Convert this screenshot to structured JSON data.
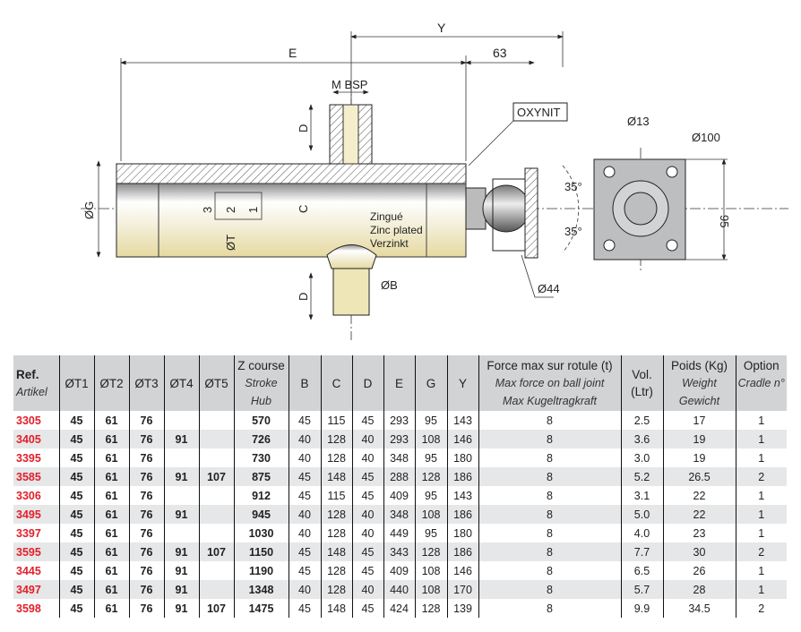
{
  "drawing": {
    "dim_Y": "Y",
    "dim_E": "E",
    "dim_63": "63",
    "m_bsp": "M BSP",
    "dim_D_top": "D",
    "dim_D_bottom": "D",
    "oxynit": "OXYNIT",
    "d13": "Ø13",
    "d100": "Ø100",
    "angle_top": "35°",
    "angle_bottom": "35°",
    "dim_95": "95",
    "dG": "ØG",
    "stage3": "3",
    "stage2": "2",
    "stage1": "1",
    "dim_C": "C",
    "dT": "ØT",
    "finish_fr": "Zingué",
    "finish_en": "Zinc plated",
    "finish_de": "Verzinkt",
    "dB": "ØB",
    "d44": "Ø44"
  },
  "table": {
    "headers": {
      "ref": "Ref.",
      "ref_sub": "Artikel",
      "t1": "ØT1",
      "t2": "ØT2",
      "t3": "ØT3",
      "t4": "ØT4",
      "t5": "ØT5",
      "z": "Z course",
      "z_sub1": "Stroke",
      "z_sub2": "Hub",
      "b": "B",
      "c": "C",
      "d": "D",
      "e": "E",
      "g": "G",
      "y": "Y",
      "force": "Force max sur rotule (t)",
      "force_sub1": "Max force on ball joint",
      "force_sub2": "Max Kugeltragkraft",
      "vol": "Vol.",
      "vol_sub": "(Ltr)",
      "weight": "Poids (Kg)",
      "weight_sub1": "Weight",
      "weight_sub2": "Gewicht",
      "option": "Option",
      "option_sub": "Cradle n°"
    },
    "rows": [
      [
        "3305",
        "45",
        "61",
        "76",
        "",
        "",
        "570",
        "45",
        "115",
        "45",
        "293",
        "95",
        "143",
        "8",
        "2.5",
        "17",
        "1"
      ],
      [
        "3405",
        "45",
        "61",
        "76",
        "91",
        "",
        "726",
        "40",
        "128",
        "40",
        "293",
        "108",
        "146",
        "8",
        "3.6",
        "19",
        "1"
      ],
      [
        "3395",
        "45",
        "61",
        "76",
        "",
        "",
        "730",
        "40",
        "128",
        "40",
        "348",
        "95",
        "180",
        "8",
        "3.0",
        "19",
        "1"
      ],
      [
        "3585",
        "45",
        "61",
        "76",
        "91",
        "107",
        "875",
        "45",
        "148",
        "45",
        "288",
        "128",
        "186",
        "8",
        "5.2",
        "26.5",
        "2"
      ],
      [
        "3306",
        "45",
        "61",
        "76",
        "",
        "",
        "912",
        "45",
        "115",
        "45",
        "409",
        "95",
        "143",
        "8",
        "3.1",
        "22",
        "1"
      ],
      [
        "3495",
        "45",
        "61",
        "76",
        "91",
        "",
        "945",
        "40",
        "128",
        "40",
        "348",
        "108",
        "186",
        "8",
        "5.0",
        "22",
        "1"
      ],
      [
        "3397",
        "45",
        "61",
        "76",
        "",
        "",
        "1030",
        "40",
        "128",
        "40",
        "449",
        "95",
        "180",
        "8",
        "4.0",
        "23",
        "1"
      ],
      [
        "3595",
        "45",
        "61",
        "76",
        "91",
        "107",
        "1150",
        "45",
        "148",
        "45",
        "343",
        "128",
        "186",
        "8",
        "7.7",
        "30",
        "2"
      ],
      [
        "3445",
        "45",
        "61",
        "76",
        "91",
        "",
        "1190",
        "45",
        "128",
        "45",
        "409",
        "108",
        "146",
        "8",
        "6.5",
        "26",
        "1"
      ],
      [
        "3497",
        "45",
        "61",
        "76",
        "91",
        "",
        "1348",
        "40",
        "128",
        "40",
        "440",
        "108",
        "170",
        "8",
        "5.7",
        "28",
        "1"
      ],
      [
        "3598",
        "45",
        "61",
        "76",
        "91",
        "107",
        "1475",
        "45",
        "148",
        "45",
        "424",
        "128",
        "139",
        "8",
        "9.9",
        "34.5",
        "2"
      ]
    ]
  }
}
